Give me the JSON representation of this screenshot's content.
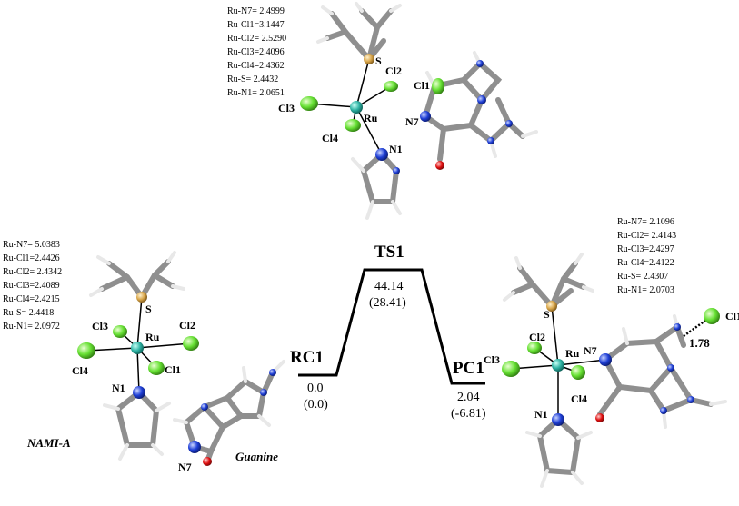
{
  "colors": {
    "background": "#ffffff",
    "line": "#000000",
    "ruthenium": "#2fb3a4",
    "chlorine": "#66e033",
    "sulfur": "#d9a64a",
    "nitrogen": "#1f3fd6",
    "oxygen": "#e01010",
    "carbon": "#8f8f8f",
    "hydrogen": "#e8e8e8"
  },
  "profile": {
    "stationary_points": [
      {
        "label": "RC1",
        "energy": "0.0",
        "energy_paren": "(0.0)"
      },
      {
        "label": "TS1",
        "energy": "44.14",
        "energy_paren": "(28.41)"
      },
      {
        "label": "PC1",
        "energy": "2.04",
        "energy_paren": "(-6.81)"
      }
    ]
  },
  "structures": {
    "rc1": {
      "caption": "NAMI-A",
      "caption2": "Guanine",
      "bonds": [
        "Ru-N7= 5.0383",
        "Ru-Cl1=2.4426",
        "Ru-Cl2= 2.4342",
        "Ru-Cl3=2.4089",
        "Ru-Cl4=2.4215",
        "Ru-S= 2.4418",
        "Ru-N1= 2.0972"
      ],
      "atom_labels": {
        "S": "S",
        "Ru": "Ru",
        "Cl1": "Cl1",
        "Cl2": "Cl2",
        "Cl3": "Cl3",
        "Cl4": "Cl4",
        "N1": "N1",
        "N7": "N7"
      }
    },
    "ts1": {
      "bonds": [
        "Ru-N7= 2.4999",
        "Ru-Cl1=3.1447",
        "Ru-Cl2= 2.5290",
        "Ru-Cl3=2.4096",
        "Ru-Cl4=2.4362",
        "Ru-S= 2.4432",
        "Ru-N1= 2.0651"
      ],
      "atom_labels": {
        "S": "S",
        "Ru": "Ru",
        "Cl1": "Cl1",
        "Cl2": "Cl2",
        "Cl3": "Cl3",
        "Cl4": "Cl4",
        "N1": "N1",
        "N7": "N7"
      }
    },
    "pc1": {
      "bonds": [
        "Ru-N7= 2.1096",
        "Ru-Cl2= 2.4143",
        "Ru-Cl3=2.4297",
        "Ru-Cl4=2.4122",
        "Ru-S= 2.4307",
        "Ru-N1= 2.0703"
      ],
      "hbond": "1.78",
      "atom_labels": {
        "S": "S",
        "Ru": "Ru",
        "Cl1": "Cl1",
        "Cl2": "Cl2",
        "Cl3": "Cl3",
        "Cl4": "Cl4",
        "N1": "N1",
        "N7": "N7"
      }
    }
  }
}
